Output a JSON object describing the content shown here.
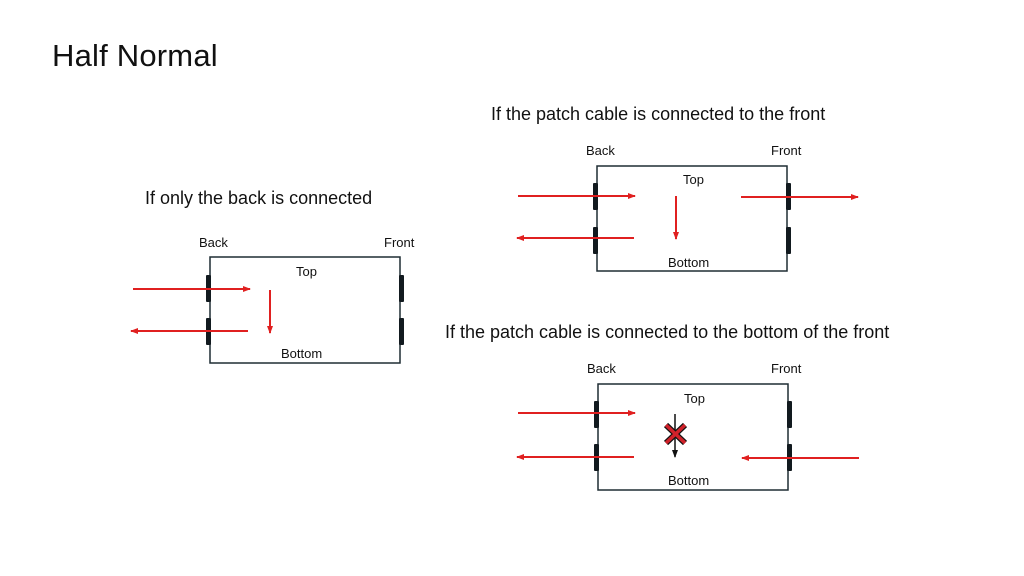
{
  "title": "Half Normal",
  "colors": {
    "arrow": "#e02020",
    "box_border": "#1f2d33",
    "port": "#121a1f",
    "blocked_arrow": "#111111",
    "x_mark": "#d0212a"
  },
  "scenarios": [
    {
      "caption": "If only the back is connected",
      "labels": {
        "back": "Back",
        "front": "Front",
        "top": "Top",
        "bottom": "Bottom"
      },
      "flows": [
        "back-in",
        "back-out",
        "internal-top-to-bottom"
      ]
    },
    {
      "caption": "If the patch cable is connected to the front",
      "labels": {
        "back": "Back",
        "front": "Front",
        "top": "Top",
        "bottom": "Bottom"
      },
      "flows": [
        "back-in",
        "back-out",
        "internal-top-to-bottom",
        "front-top-out"
      ]
    },
    {
      "caption": "If the patch cable is connected to the bottom of the front",
      "labels": {
        "back": "Back",
        "front": "Front",
        "top": "Top",
        "bottom": "Bottom"
      },
      "flows": [
        "back-in",
        "back-out",
        "internal-blocked",
        "front-bottom-in"
      ]
    }
  ]
}
